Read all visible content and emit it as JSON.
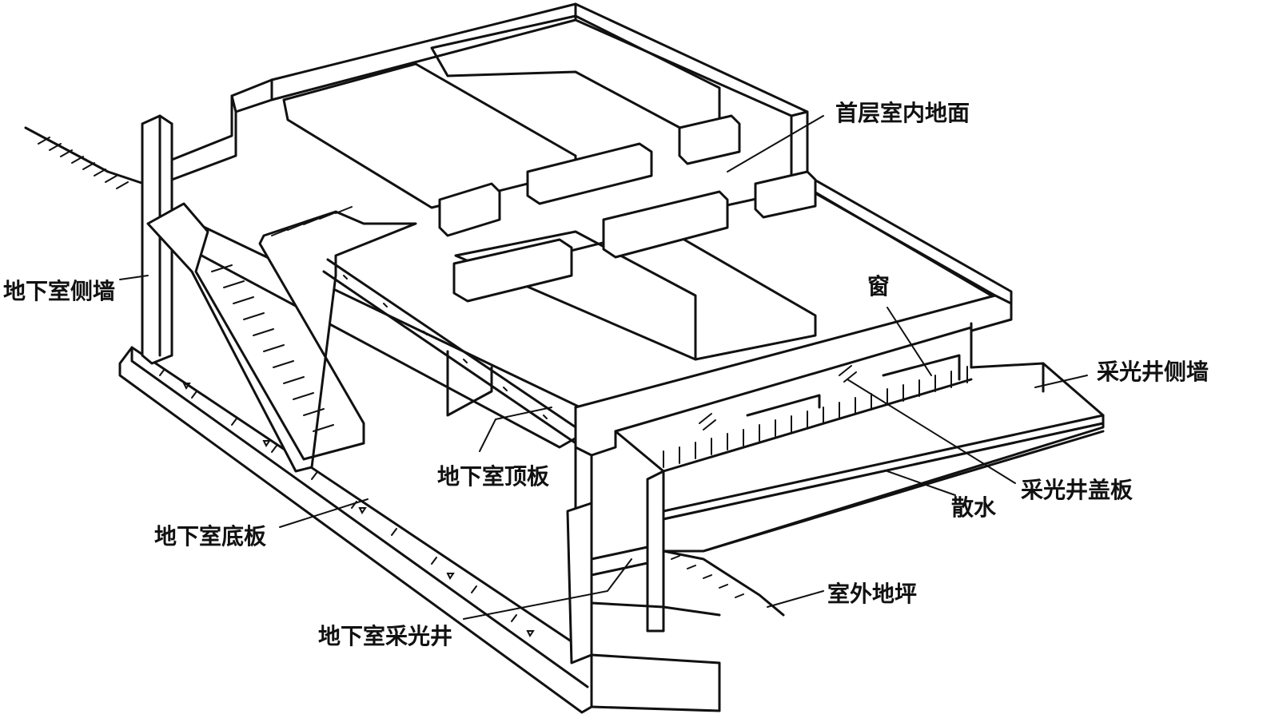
{
  "labels": {
    "ground_floor": "首层室内地面",
    "basement_side_wall": "地下室侧墙",
    "window": "窗",
    "lightwell_side_wall": "采光井侧墙",
    "basement_roof_slab": "地下室顶板",
    "lightwell_cover": "采光井盖板",
    "apron": "散水",
    "basement_floor_slab": "地下室底板",
    "outdoor_grade": "室外地坪",
    "basement_lightwell": "地下室采光井"
  }
}
